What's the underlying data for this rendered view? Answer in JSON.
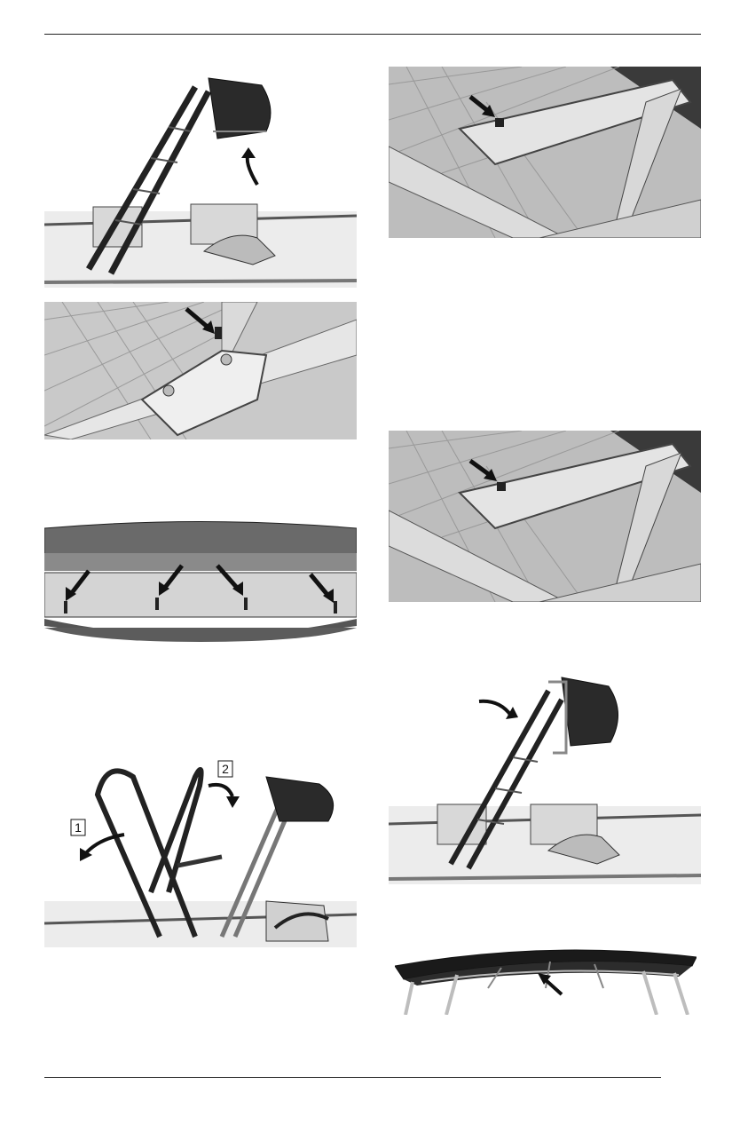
{
  "page": {
    "background": "#ffffff",
    "ink": "#1a1a1a"
  },
  "figures": [
    {
      "id": "fig-1",
      "subject": "roll-bar-extension-folding-back",
      "icons": [
        "curved-arrow-icon"
      ]
    },
    {
      "id": "fig-2",
      "subject": "hinge-bracket-latch",
      "icons": [
        "pointer-arrow-icon"
      ]
    },
    {
      "id": "fig-3",
      "subject": "front-visor-fasteners",
      "icons": [
        "pointer-arrow-icon"
      ]
    },
    {
      "id": "fig-4",
      "subject": "roll-bar-sequence",
      "callouts": [
        "1",
        "2"
      ],
      "icons": [
        "curved-arrow-icon"
      ]
    },
    {
      "id": "fig-5",
      "subject": "side-arm-latch",
      "icons": [
        "pointer-arrow-icon"
      ]
    },
    {
      "id": "fig-6",
      "subject": "side-arm-latch-repeat",
      "icons": [
        "pointer-arrow-icon"
      ]
    },
    {
      "id": "fig-7",
      "subject": "roll-bar-extension-folding-forward",
      "icons": [
        "curved-arrow-icon"
      ]
    },
    {
      "id": "fig-8",
      "subject": "roof-underside-strap",
      "icons": [
        "pointer-arrow-icon"
      ]
    }
  ]
}
